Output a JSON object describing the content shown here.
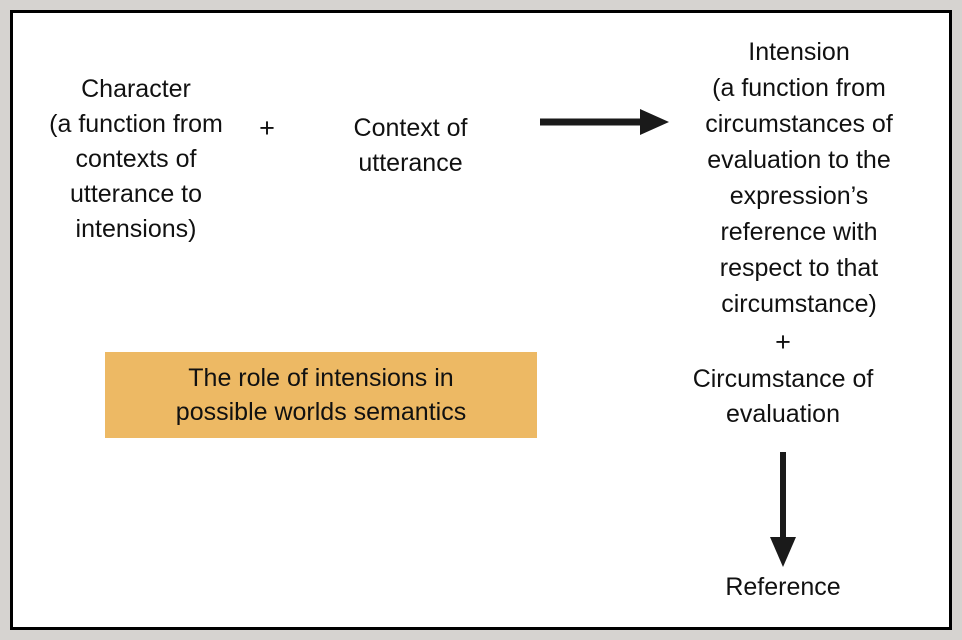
{
  "colors": {
    "highlight_background": "#edb964",
    "frame_border": "#000000",
    "page_background": "#d6d3d0",
    "arrow": "#1a1a1a"
  },
  "left": {
    "character": "Character\n(a function from\ncontexts of\nutterance to\nintensions)",
    "plus": "+",
    "context_of_utterance": "Context of\nutterance"
  },
  "highlight": {
    "text": "The role of intensions in\npossible worlds semantics"
  },
  "right": {
    "intension": "Intension\n(a function from\ncircumstances of\nevaluation to the\nexpression’s\nreference with\nrespect to that\ncircumstance)",
    "plus": "+",
    "circumstance_of_evaluation": "Circumstance of\nevaluation",
    "reference": "Reference"
  },
  "icons": {
    "arrow_right": "arrow-right-icon",
    "arrow_down": "arrow-down-icon"
  }
}
